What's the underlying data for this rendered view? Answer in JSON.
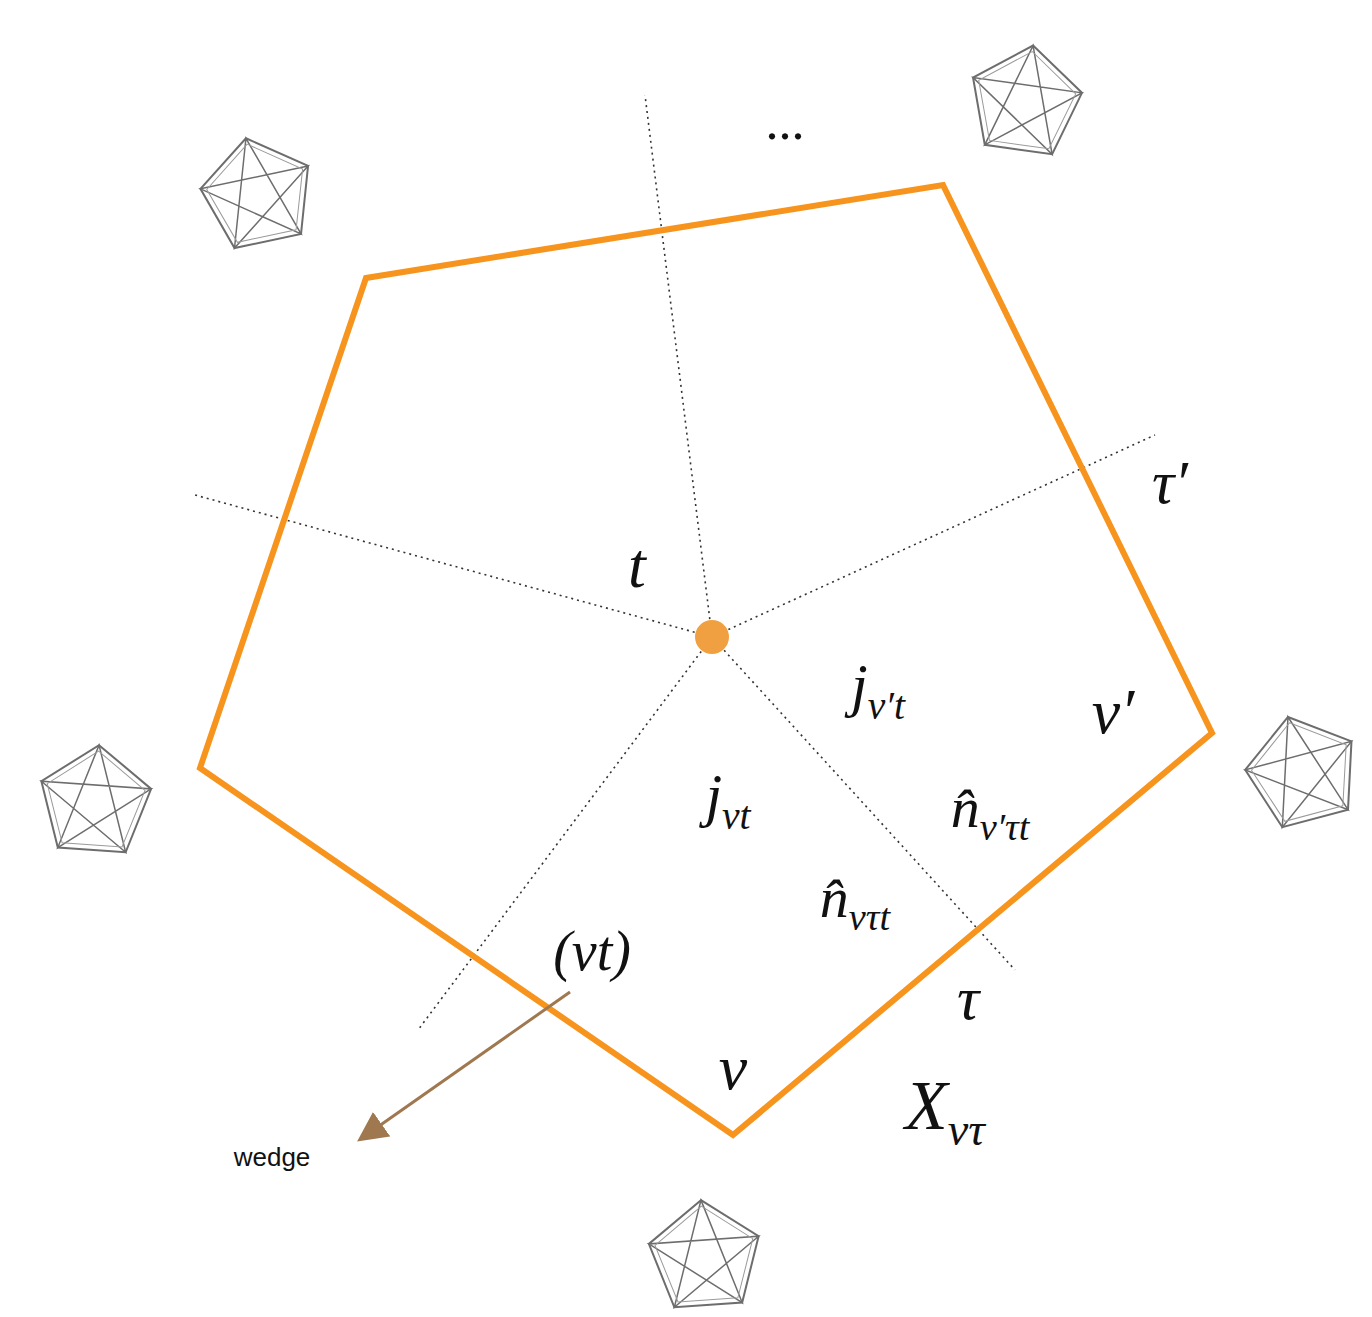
{
  "diagram": {
    "labels": [
      "...",
      "t",
      "τ′",
      "jv′t",
      "v′",
      "jvt",
      "n̂v′τt",
      "n̂vτt",
      "(vt)",
      "τ",
      "v",
      "Xvτ",
      "wedge"
    ]
  }
}
